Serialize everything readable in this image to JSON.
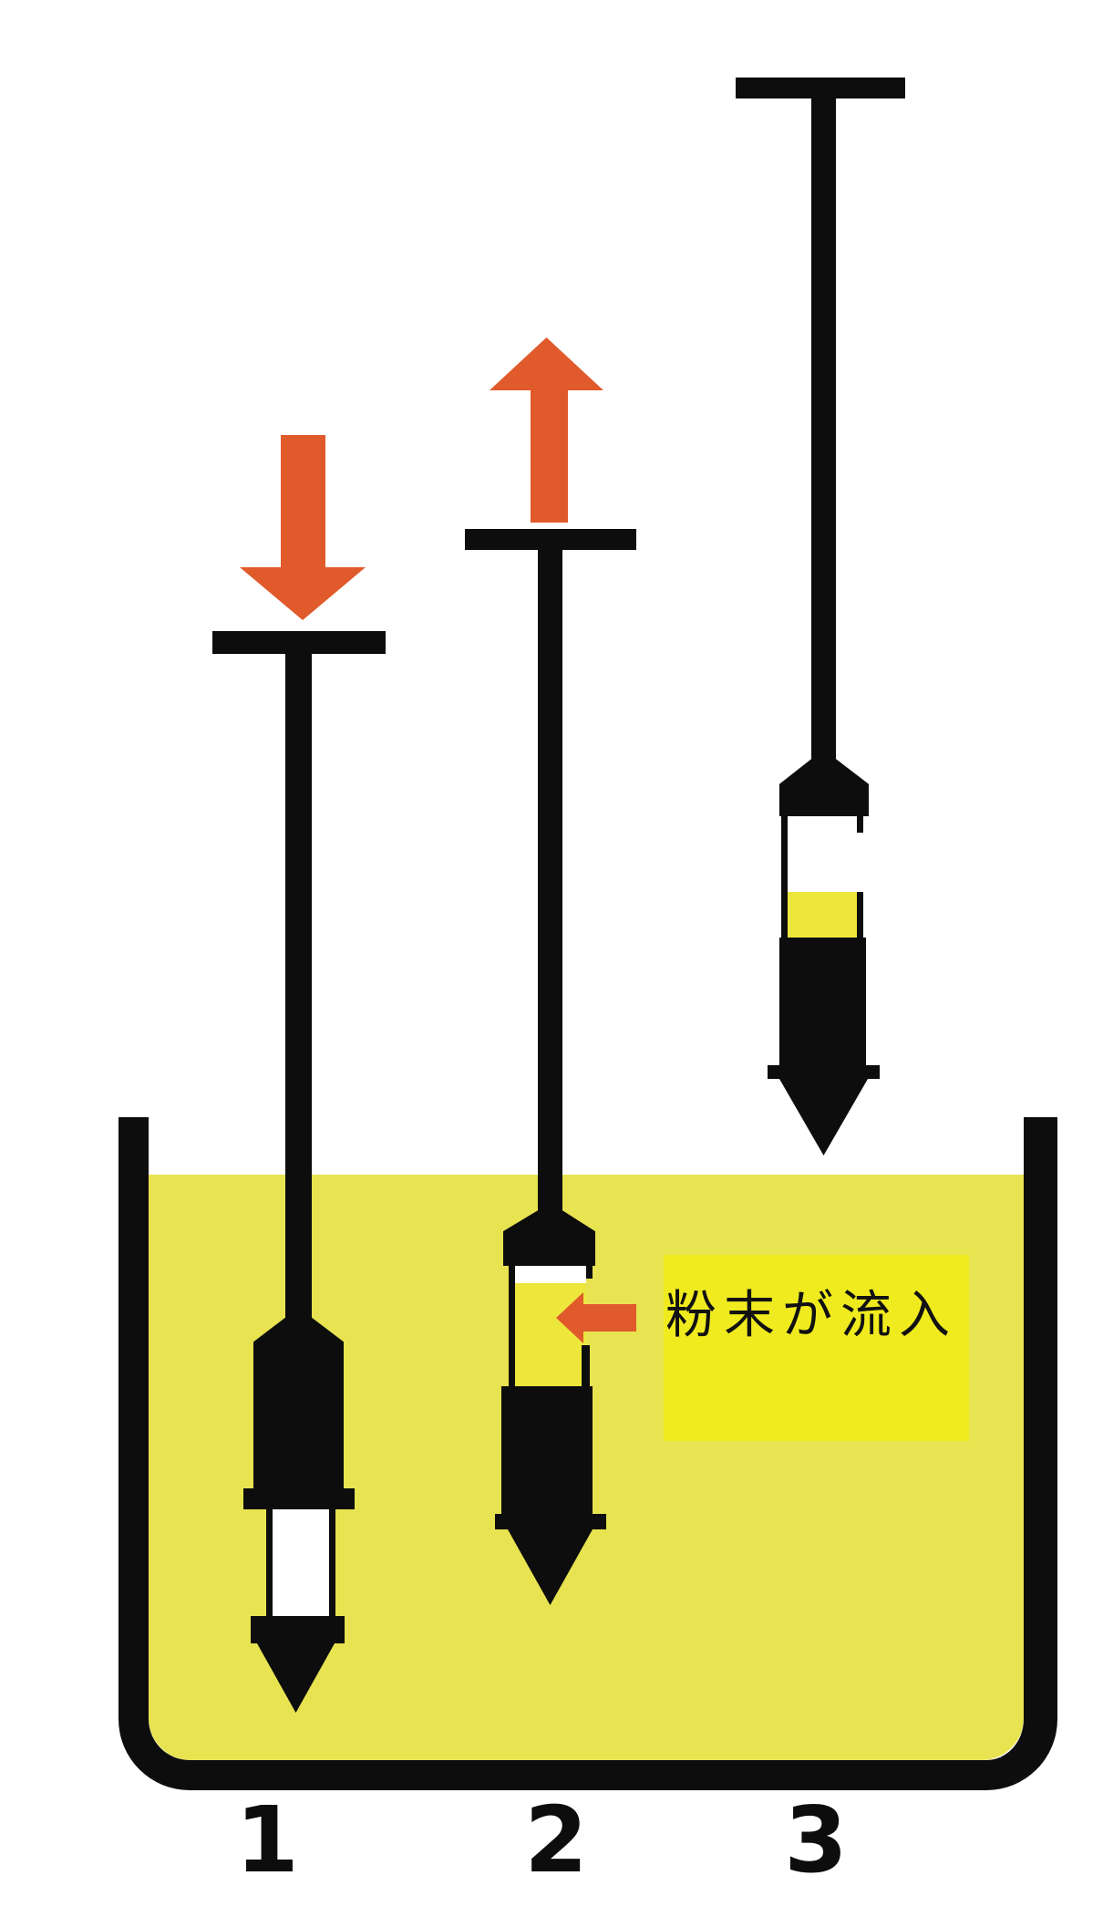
{
  "diagram": {
    "annotation": {
      "text": "粉末が流入"
    },
    "stages": [
      {
        "label": "1",
        "motion": "push-down"
      },
      {
        "label": "2",
        "motion": "pull-up"
      },
      {
        "label": "3",
        "motion": "withdrawn"
      }
    ]
  },
  "colors": {
    "ink": "#0d0d0d",
    "arrow_orange": "#e05a2b",
    "liquid_yellow": "#e8e351",
    "powder_yellow": "#ede73c",
    "highlight_yellow": "#f0eb1e",
    "page_bg": "#ffffff"
  }
}
